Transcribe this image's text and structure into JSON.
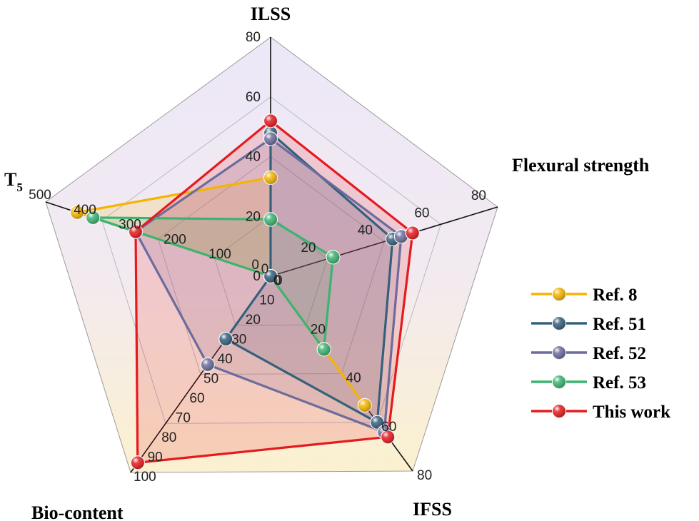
{
  "chart_data": {
    "type": "radar",
    "axes": [
      {
        "label": "ILSS",
        "range": [
          0,
          80
        ],
        "ticks": [
          "80",
          "60",
          "40",
          "20",
          "0"
        ]
      },
      {
        "label": "Flexural strength",
        "range": [
          0,
          80
        ],
        "ticks": [
          "80",
          "60",
          "40",
          "20",
          "0"
        ]
      },
      {
        "label": "IFSS",
        "range": [
          0,
          80
        ],
        "ticks": [
          "80",
          "60",
          "40",
          "20",
          "0"
        ]
      },
      {
        "label": "Bio-content",
        "range": [
          0,
          100
        ],
        "ticks": [
          "100",
          "90",
          "80",
          "70",
          "60",
          "50",
          "40",
          "30",
          "20",
          "10",
          "0"
        ]
      },
      {
        "label": "T",
        "label_sub": "5",
        "range": [
          0,
          500
        ],
        "ticks": [
          "500",
          "400",
          "300",
          "200",
          "100",
          "0"
        ]
      }
    ],
    "series": [
      {
        "name": "Ref. 8",
        "color": "#f5b400",
        "values": [
          33,
          null,
          53,
          0,
          430
        ]
      },
      {
        "name": "Ref. 51",
        "color": "#35607c",
        "values": [
          48,
          43,
          60,
          32,
          0
        ]
      },
      {
        "name": "Ref. 52",
        "color": "#6c6c9c",
        "values": [
          46,
          46,
          64,
          45,
          300
        ]
      },
      {
        "name": "Ref. 53",
        "color": "#3cb371",
        "values": [
          19,
          22,
          30,
          null,
          395
        ]
      },
      {
        "name": "This work",
        "color": "#e6191e",
        "values": [
          52,
          50,
          66,
          95,
          300
        ]
      }
    ],
    "legend_position": "right"
  }
}
